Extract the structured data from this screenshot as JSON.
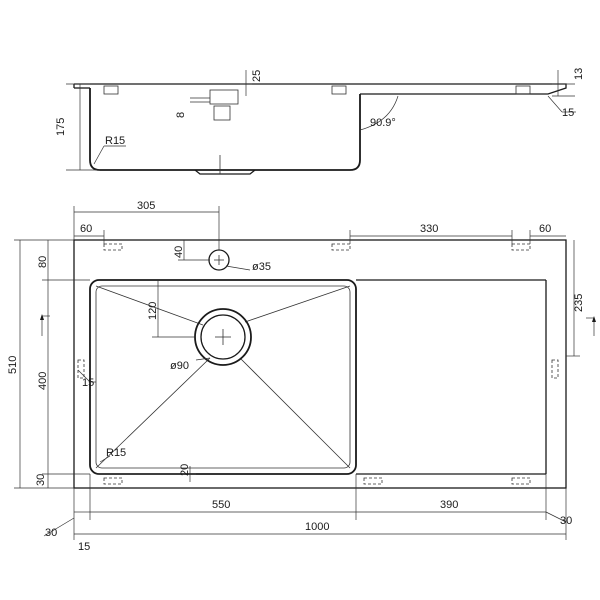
{
  "side_view": {
    "depth": "175",
    "radius": "R15",
    "hole_dim": "8",
    "rim_dim": "25",
    "angle": "90.9°",
    "edge_dim": "13",
    "lip_dim": "15"
  },
  "top_view": {
    "tap_offset": "305",
    "left_edge": "60",
    "right_edge": "60",
    "drainer_span": "330",
    "tap_dist": "40",
    "tap_hole": "ø35",
    "top_margin": "80",
    "drainer_height": "235",
    "overall_depth": "510",
    "bowl_depth": "400",
    "bowl_side": "15",
    "bottom_margin": "30",
    "drain_offset": "120",
    "drain_dia": "ø90",
    "bowl_radius": "R15",
    "bowl_inner": "20",
    "bowl_width": "550",
    "drainer_width": "390",
    "left_foot": "30",
    "left_lip": "15",
    "overall_width": "1000",
    "right_foot": "30"
  }
}
